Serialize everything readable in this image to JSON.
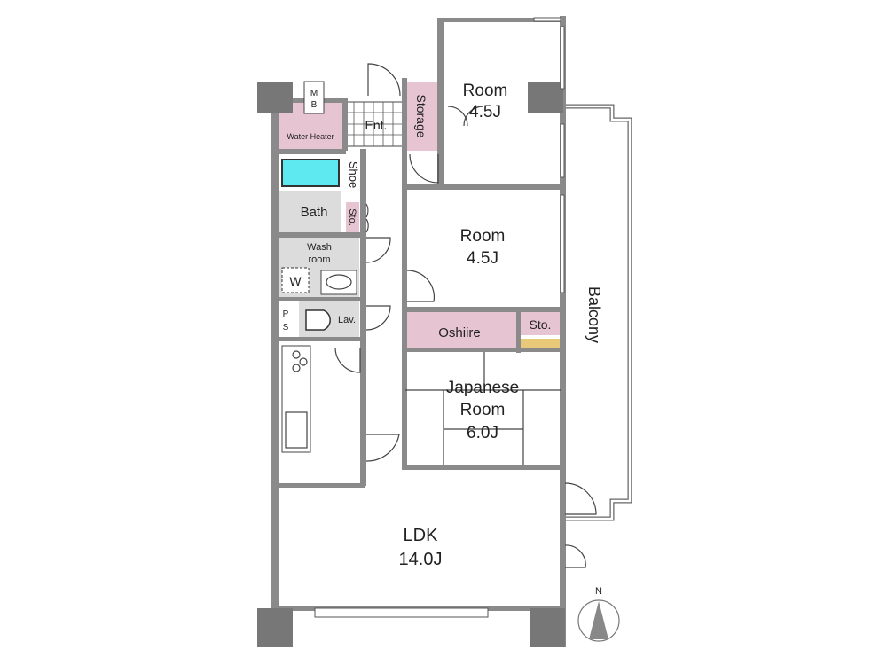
{
  "colors": {
    "wall": "#8a8a8a",
    "pillar": "#777777",
    "storage": "#e6c4d2",
    "wet": "#dcdcdc",
    "bathtub": "#5ee8f0",
    "tatami_accent": "#e8c97a"
  },
  "rooms": {
    "room_north": {
      "name": "Room",
      "size": "4.5J"
    },
    "room_middle": {
      "name": "Room",
      "size": "4.5J"
    },
    "japanese_room": {
      "name": "Japanese",
      "name2": "Room",
      "size": "6.0J"
    },
    "ldk": {
      "name": "LDK",
      "size": "14.0J"
    },
    "balcony": "Balcony",
    "oshiire": "Oshiire",
    "sto_japanese": "Sto.",
    "storage": "Storage",
    "entrance": "Ent.",
    "water_heater": "Water Heater",
    "mb": [
      "M",
      "B"
    ],
    "shoe": "Shoe",
    "bath": "Bath",
    "sto_bath": "Sto.",
    "wash_room": [
      "Wash",
      "room"
    ],
    "washer": "W",
    "ps": [
      "P",
      "S"
    ],
    "lav": "Lav."
  },
  "compass": {
    "label": "N"
  }
}
